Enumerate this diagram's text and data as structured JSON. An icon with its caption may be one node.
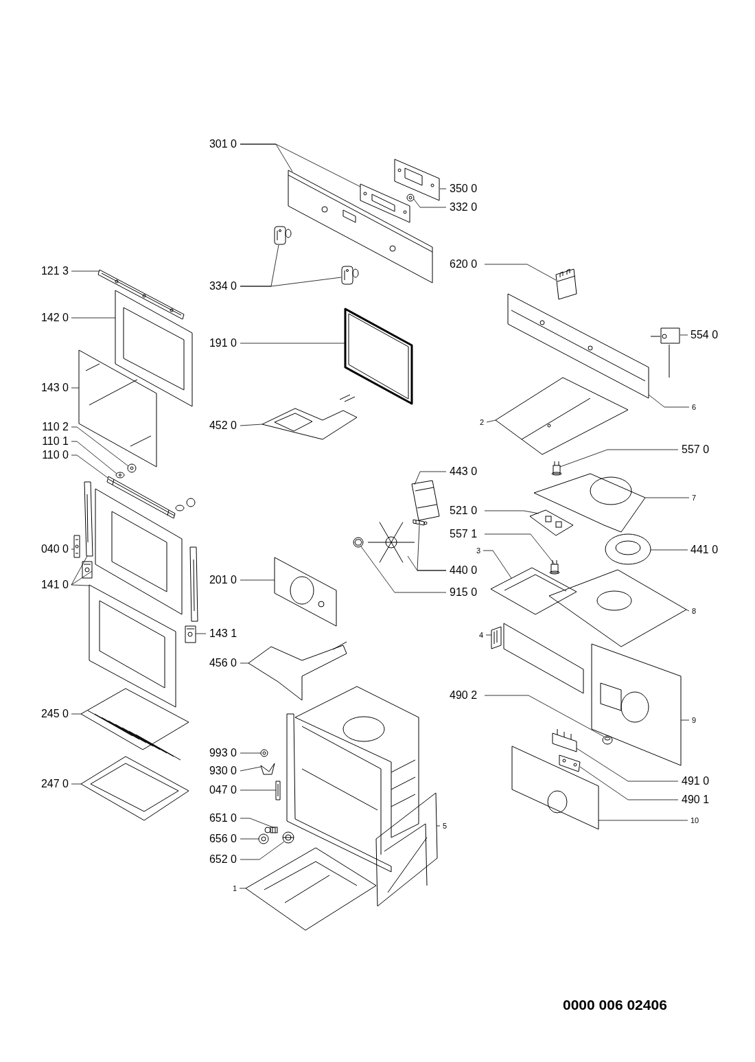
{
  "diagram": {
    "nodes": [
      {
        "text": [
          "301 0"
        ]
      },
      {
        "text": [
          "350 0"
        ]
      },
      {
        "text": [
          "332 0"
        ]
      },
      {
        "text": [
          "121 3"
        ]
      },
      {
        "text": [
          "334 0"
        ]
      },
      {
        "text": [
          "620 0"
        ]
      },
      {
        "text": [
          "142 0"
        ]
      },
      {
        "text": [
          "191 0"
        ]
      },
      {
        "text": [
          "554 0"
        ]
      },
      {
        "text": [
          "143 0"
        ]
      },
      {
        "text": [
          "6"
        ]
      },
      {
        "text": [
          "2"
        ]
      },
      {
        "text": [
          "452 0"
        ]
      },
      {
        "text": [
          "110 2"
        ]
      },
      {
        "text": [
          "110 1"
        ]
      },
      {
        "text": [
          "110 0"
        ]
      },
      {
        "text": [
          "557 0"
        ]
      },
      {
        "text": [
          "443 0"
        ]
      },
      {
        "text": [
          "7"
        ]
      },
      {
        "text": [
          "521 0"
        ]
      },
      {
        "text": [
          "557 1"
        ]
      },
      {
        "text": [
          "040 0"
        ]
      },
      {
        "text": [
          "441 0"
        ]
      },
      {
        "text": [
          "3"
        ]
      },
      {
        "text": [
          "440 0"
        ]
      },
      {
        "text": [
          "201 0"
        ]
      },
      {
        "text": [
          "141 0"
        ]
      },
      {
        "text": [
          "915 0"
        ]
      },
      {
        "text": [
          "8"
        ]
      },
      {
        "text": [
          "143 1"
        ]
      },
      {
        "text": [
          "4"
        ]
      },
      {
        "text": [
          "456 0"
        ]
      },
      {
        "text": [
          "490 2"
        ]
      },
      {
        "text": [
          "245 0"
        ]
      },
      {
        "text": [
          "9"
        ]
      },
      {
        "text": [
          "993 0"
        ]
      },
      {
        "text": [
          "930 0"
        ]
      },
      {
        "text": [
          "047 0"
        ]
      },
      {
        "text": [
          "247 0"
        ]
      },
      {
        "text": [
          "491 0"
        ]
      },
      {
        "text": [
          "490 1"
        ]
      },
      {
        "text": [
          "651 0"
        ]
      },
      {
        "text": [
          "10"
        ]
      },
      {
        "text": [
          "5"
        ]
      },
      {
        "text": [
          "656 0"
        ]
      },
      {
        "text": [
          "652 0"
        ]
      },
      {
        "text": [
          "1"
        ]
      },
      {
        "text": [],
        "shape": "picture"
      },
      {
        "text": [],
        "shape": "picture"
      },
      {
        "text": [],
        "shape": "picture"
      },
      {
        "text": [],
        "shape": "picture"
      },
      {
        "text": [],
        "shape": "picture"
      },
      {
        "text": [],
        "shape": "picture"
      },
      {
        "text": [],
        "shape": "picture"
      },
      {
        "text": [],
        "shape": "picture"
      },
      {
        "text": [],
        "shape": "picture"
      },
      {
        "text": [],
        "shape": "picture"
      },
      {
        "text": [],
        "shape": "picture"
      },
      {
        "text": [],
        "shape": "picture"
      },
      {
        "text": [],
        "shape": "picture"
      },
      {
        "text": [],
        "shape": "picture"
      },
      {
        "text": [],
        "shape": "picture"
      },
      {
        "text": [],
        "shape": "picture"
      },
      {
        "text": [],
        "shape": "picture"
      },
      {
        "text": [],
        "shape": "picture"
      },
      {
        "text": [],
        "shape": "picture"
      },
      {
        "text": [],
        "shape": "picture"
      },
      {
        "text": [],
        "shape": "picture"
      },
      {
        "text": [],
        "shape": "picture"
      },
      {
        "text": [],
        "shape": "picture"
      },
      {
        "text": [],
        "shape": "picture"
      },
      {
        "text": [],
        "shape": "picture"
      },
      {
        "text": [],
        "shape": "picture"
      },
      {
        "text": [],
        "shape": "picture"
      },
      {
        "text": [],
        "shape": "picture"
      },
      {
        "text": [],
        "shape": "picture"
      },
      {
        "text": [],
        "shape": "picture"
      },
      {
        "text": [],
        "shape": "picture"
      },
      {
        "text": [],
        "shape": "picture"
      },
      {
        "text": [],
        "shape": "picture"
      },
      {
        "text": [],
        "shape": "picture"
      },
      {
        "text": [],
        "shape": "picture"
      },
      {
        "text": [],
        "shape": "picture"
      },
      {
        "text": [],
        "shape": "picture"
      },
      {
        "text": [],
        "shape": "picture"
      },
      {
        "text": [],
        "shape": "picture"
      },
      {
        "text": [],
        "shape": "picture"
      },
      {
        "text": [],
        "shape": "picture"
      },
      {
        "text": [],
        "shape": "picture"
      },
      {
        "text": [],
        "shape": "picture"
      },
      {
        "text": [],
        "shape": "picture"
      },
      {
        "text": [],
        "shape": "picture"
      },
      {
        "text": [],
        "shape": "picture"
      },
      {
        "text": [],
        "shape": "picture"
      },
      {
        "text": [],
        "shape": "picture"
      },
      {
        "text": [],
        "shape": "picture"
      },
      {
        "text": [],
        "shape": "picture"
      },
      {
        "text": [],
        "shape": "picture"
      },
      {
        "text": [],
        "shape": "picture"
      }
    ],
    "edges": [
      {
        "from": 0,
        "to": 47,
        "arrow": "none"
      },
      {
        "from": 0,
        "to": 48,
        "arrow": "none"
      },
      {
        "from": 1,
        "to": 49,
        "arrow": "none"
      },
      {
        "from": 2,
        "to": 50,
        "arrow": "none"
      },
      {
        "from": 3,
        "to": 51,
        "arrow": "none"
      },
      {
        "from": 4,
        "to": 52,
        "arrow": "none"
      },
      {
        "from": 4,
        "to": 53,
        "arrow": "none"
      },
      {
        "from": 5,
        "to": 54,
        "arrow": "none"
      },
      {
        "from": 6,
        "to": 55,
        "arrow": "none"
      },
      {
        "from": 7,
        "to": 56,
        "arrow": "none"
      },
      {
        "from": 8,
        "to": 57,
        "arrow": "none"
      },
      {
        "from": 9,
        "to": 58,
        "arrow": "none"
      },
      {
        "from": 10,
        "to": 59,
        "arrow": "none"
      },
      {
        "from": 11,
        "to": 60,
        "arrow": "none"
      },
      {
        "from": 12,
        "to": 61,
        "arrow": "none"
      },
      {
        "from": 13,
        "to": 62,
        "arrow": "none"
      },
      {
        "from": 14,
        "to": 63,
        "arrow": "none"
      },
      {
        "from": 15,
        "to": 64,
        "arrow": "none"
      },
      {
        "from": 16,
        "to": 65,
        "arrow": "none"
      },
      {
        "from": 17,
        "to": 66,
        "arrow": "none"
      },
      {
        "from": 18,
        "to": 67,
        "arrow": "none"
      },
      {
        "from": 19,
        "to": 68,
        "arrow": "none"
      },
      {
        "from": 20,
        "to": 69,
        "arrow": "none"
      },
      {
        "from": 21,
        "to": 70,
        "arrow": "none"
      },
      {
        "from": 22,
        "to": 71,
        "arrow": "none"
      },
      {
        "from": 23,
        "to": 72,
        "arrow": "none"
      },
      {
        "from": 24,
        "to": 73,
        "arrow": "none"
      },
      {
        "from": 24,
        "to": 74,
        "arrow": "none"
      },
      {
        "from": 25,
        "to": 75,
        "arrow": "none"
      },
      {
        "from": 26,
        "to": 76,
        "arrow": "none"
      },
      {
        "from": 26,
        "to": 77,
        "arrow": "none"
      },
      {
        "from": 26,
        "to": 78,
        "arrow": "none"
      },
      {
        "from": 27,
        "to": 79,
        "arrow": "none"
      },
      {
        "from": 28,
        "to": 80,
        "arrow": "none"
      },
      {
        "from": 29,
        "to": 81,
        "arrow": "none"
      },
      {
        "from": 30,
        "to": 82,
        "arrow": "none"
      },
      {
        "from": 31,
        "to": 83,
        "arrow": "none"
      },
      {
        "from": 32,
        "to": 84,
        "arrow": "none"
      },
      {
        "from": 33,
        "to": 85,
        "arrow": "none"
      },
      {
        "from": 34,
        "to": 86,
        "arrow": "none"
      },
      {
        "from": 35,
        "to": 87,
        "arrow": "none"
      },
      {
        "from": 36,
        "to": 88,
        "arrow": "none"
      },
      {
        "from": 37,
        "to": 89,
        "arrow": "none"
      },
      {
        "from": 38,
        "to": 90,
        "arrow": "none"
      },
      {
        "from": 39,
        "to": 91,
        "arrow": "none"
      },
      {
        "from": 40,
        "to": 92,
        "arrow": "none"
      },
      {
        "from": 41,
        "to": 93,
        "arrow": "none"
      },
      {
        "from": 42,
        "to": 94,
        "arrow": "none"
      },
      {
        "from": 43,
        "to": 95,
        "arrow": "none"
      },
      {
        "from": 44,
        "to": 96,
        "arrow": "none"
      },
      {
        "from": 45,
        "to": 97,
        "arrow": "none"
      },
      {
        "from": 46,
        "to": 98,
        "arrow": "none"
      }
    ],
    "labels": [
      "0000 006 02406"
    ]
  }
}
